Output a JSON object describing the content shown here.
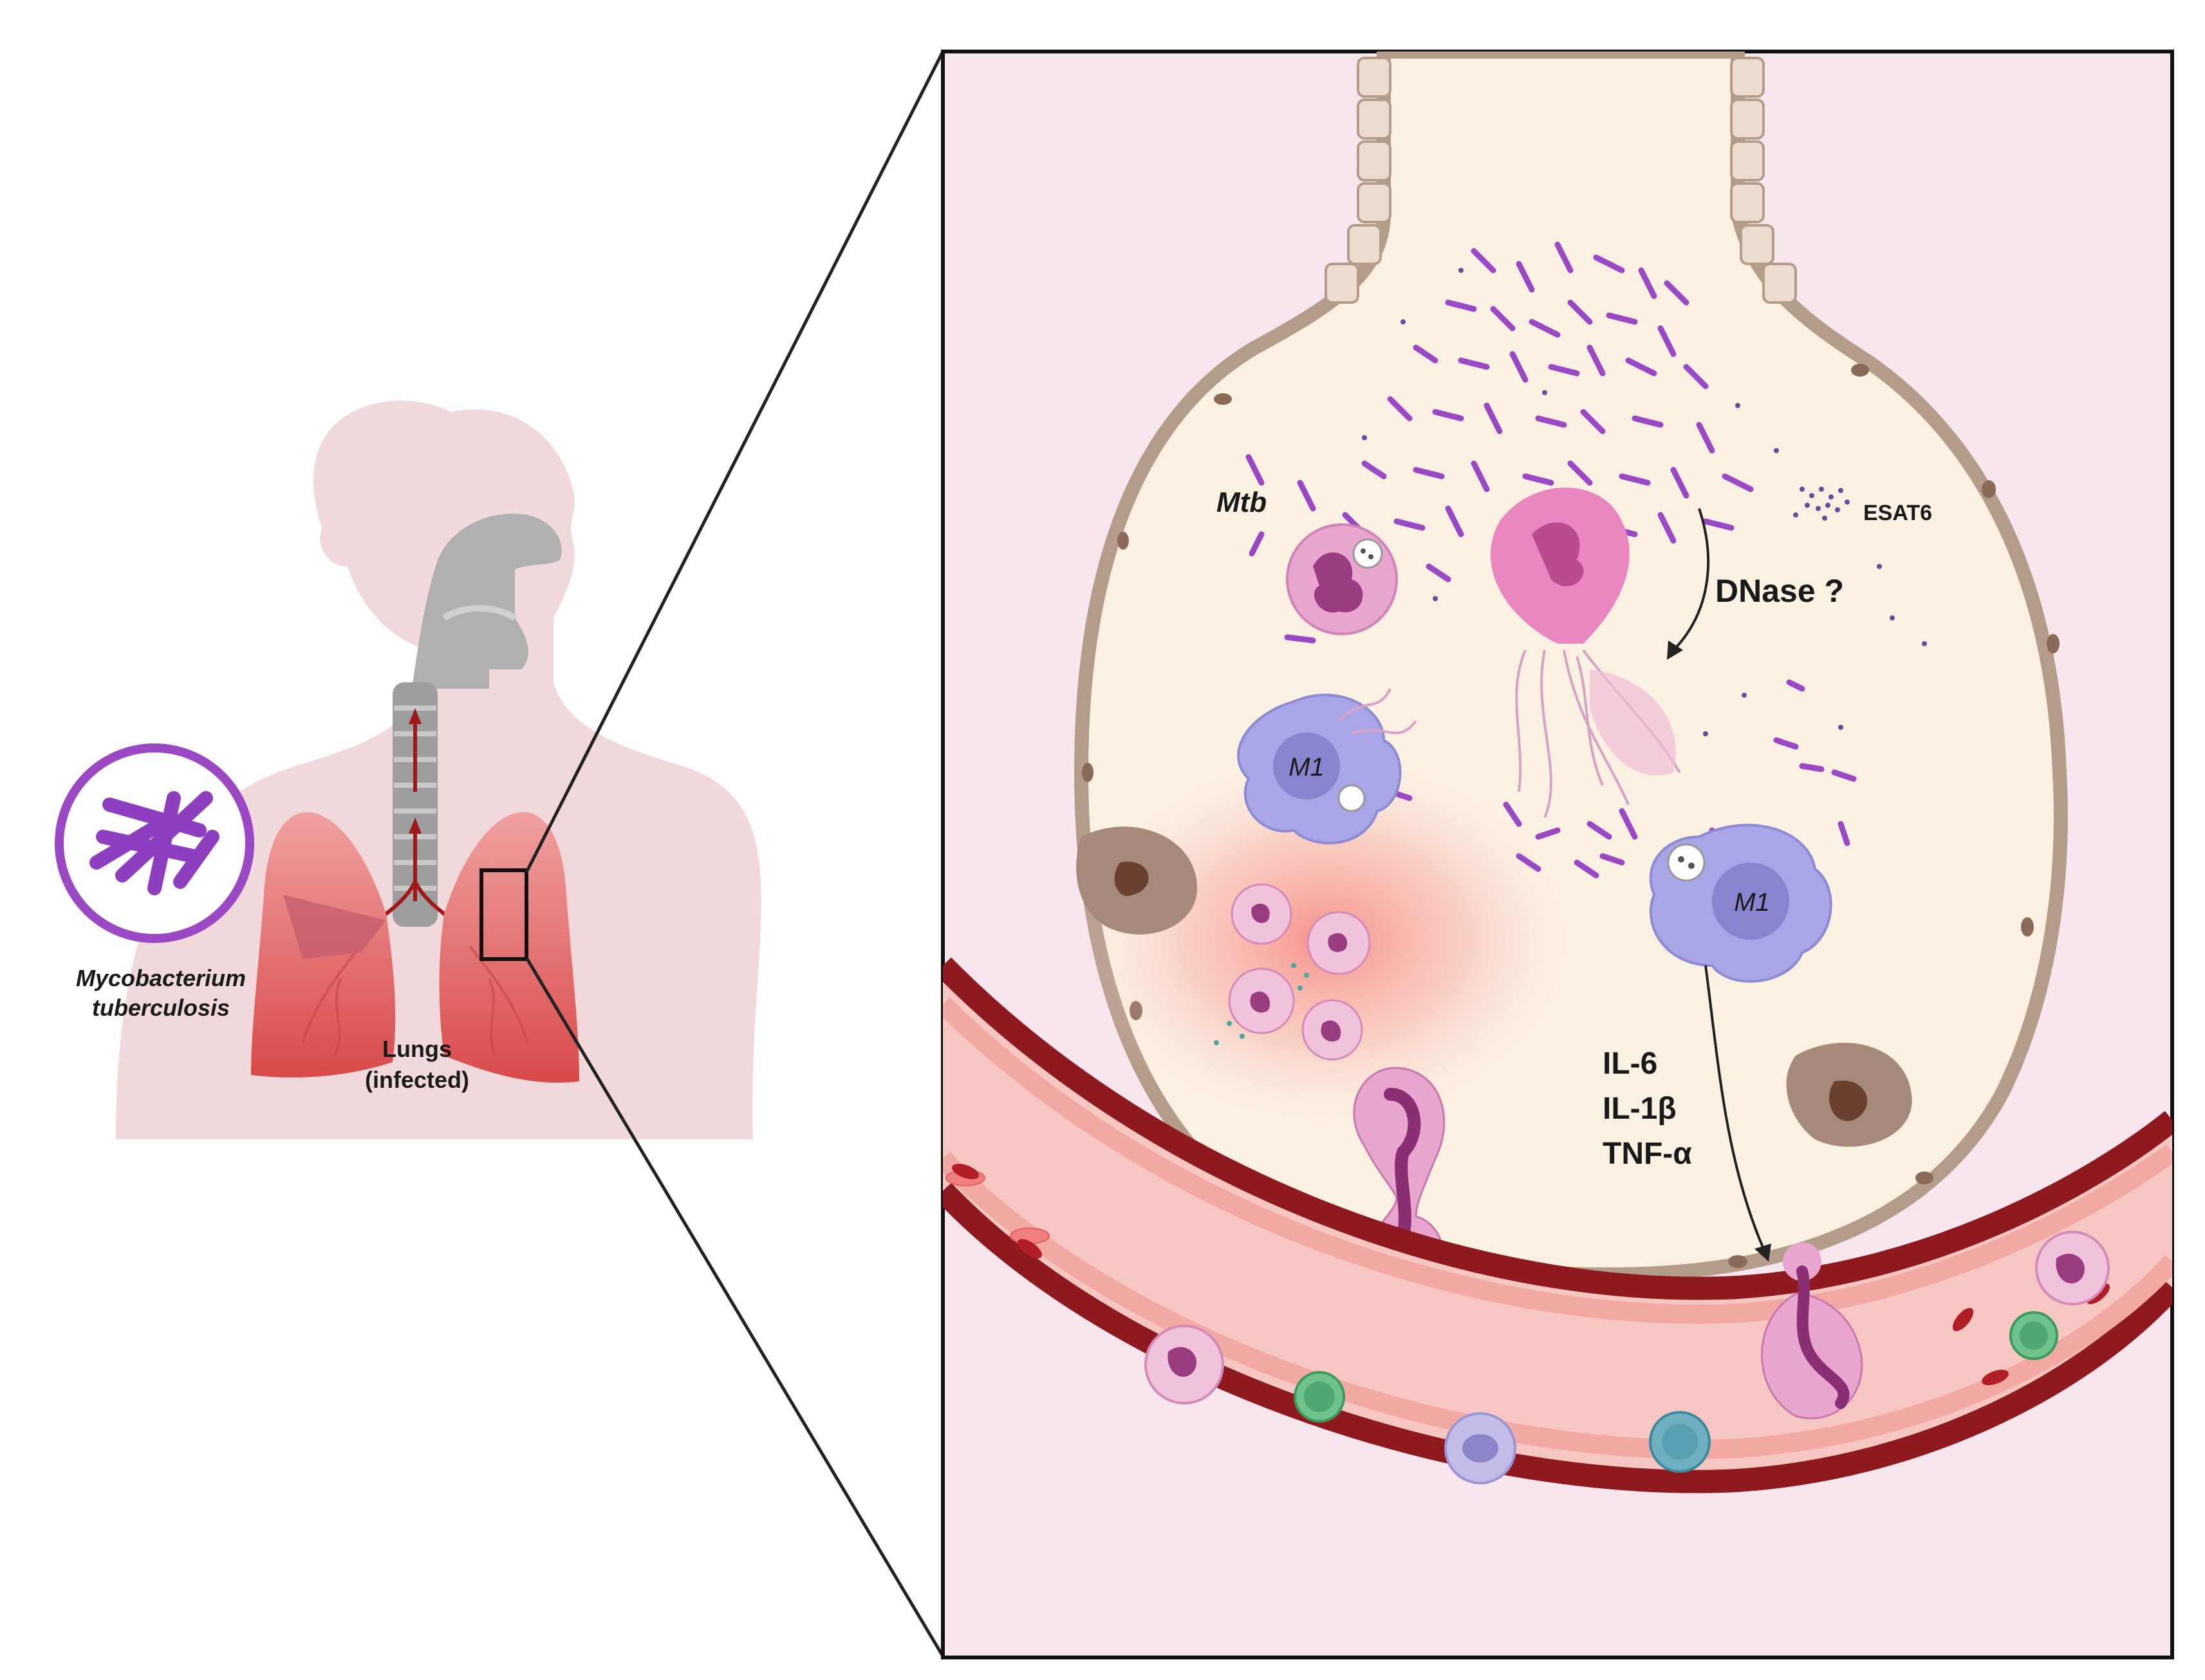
{
  "labels": {
    "organism_line1": "Mycobacterium",
    "organism_line2": "tuberculosis",
    "lungs_line1": "Lungs",
    "lungs_line2": "(infected)",
    "mtb": "Mtb",
    "esat6": "ESAT6",
    "dnase": "DNase ?",
    "m1": "M1",
    "cytokines": [
      "IL-6",
      "IL-1β",
      "TNF-α"
    ]
  },
  "colors": {
    "panel_bg": "#f7e6ee",
    "alveolus_fill": "#fbf1e2",
    "alveolus_wall": "#b49c8a",
    "bacteria": "#9a48c4",
    "vessel_dark": "#8e1a1f",
    "vessel_mid": "#f2a9a4",
    "neutrophil": "#e7a7cf",
    "macrophage": "#a7a5e4",
    "lung_red": "#dc5a5a",
    "body_silhouette": "#f1d9db",
    "inflammation": "#f57f7a"
  },
  "icons": [
    "human-torso",
    "lungs",
    "trachea",
    "magnifier-circle",
    "zoom-box",
    "bacteria-rod",
    "neutrophil",
    "m1-macrophage",
    "dendritic-cell",
    "red-blood-cell",
    "lymphocyte",
    "net-strands",
    "arrow"
  ]
}
